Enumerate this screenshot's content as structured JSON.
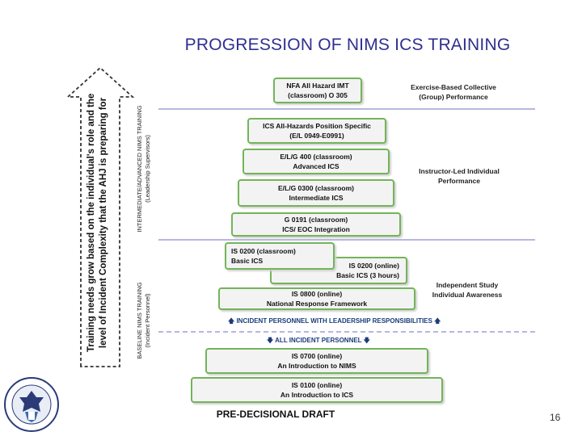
{
  "title": "PROGRESSION OF NIMS ICS TRAINING",
  "arrow_text": {
    "line1": "Training needs grow based on the individual's role and the",
    "line2": "level of Incident Complexity that the AHJ is preparing for"
  },
  "vertical_labels": {
    "advanced": {
      "line1": "INTERMEDIATE/ADVANCED NIMS TRAINING",
      "line2": "(Leadership Supervisors)"
    },
    "baseline": {
      "line1": "BASELINE NIMS TRAINING",
      "line2": "(Incident Personnel)"
    }
  },
  "courses": [
    {
      "line1": "NFA All Hazard IMT",
      "line2": "(classroom) O 305"
    },
    {
      "line1": "ICS All-Hazards Position Specific",
      "line2": "(E/L 0949-E0991)"
    },
    {
      "line1": "E/L/G 400 (classroom)",
      "line2": "Advanced ICS"
    },
    {
      "line1": "E/L/G 0300 (classroom)",
      "line2": "Intermediate ICS"
    },
    {
      "line1": "G 0191 (classroom)",
      "line2": "ICS/ EOC Integration"
    },
    {
      "line1": "IS 0200 (classroom)",
      "line2": "Basic ICS"
    },
    {
      "line1": "IS 0200 (online)",
      "line2": "Basic ICS (3 hours)"
    },
    {
      "line1": "IS 0800 (online)",
      "line2": "National Response Framework"
    },
    {
      "line1": "IS 0700 (online)",
      "line2": "An Introduction to NIMS"
    },
    {
      "line1": "IS 0100 (online)",
      "line2": "An Introduction to ICS"
    }
  ],
  "side_labels": {
    "exercise": {
      "line1": "Exercise-Based Collective",
      "line2": "(Group) Performance"
    },
    "instructor": {
      "line1": "Instructor-Led Individual",
      "line2": "Performance"
    },
    "independent": {
      "line1": "Independent Study",
      "line2": "Individual Awareness"
    }
  },
  "markers": {
    "leadership": "🡅 INCIDENT PERSONNEL WITH LEADERSHIP RESPONSIBILITIES 🡅",
    "all": "🡇 ALL INCIDENT PERSONNEL 🡇"
  },
  "footer": "PRE-DECISIONAL DRAFT",
  "page_number": "16",
  "colors": {
    "box_border": "#73b45a",
    "box_fill": "#f3f3f3",
    "divider": "#b7b7e0",
    "title": "#2f2f8f"
  }
}
